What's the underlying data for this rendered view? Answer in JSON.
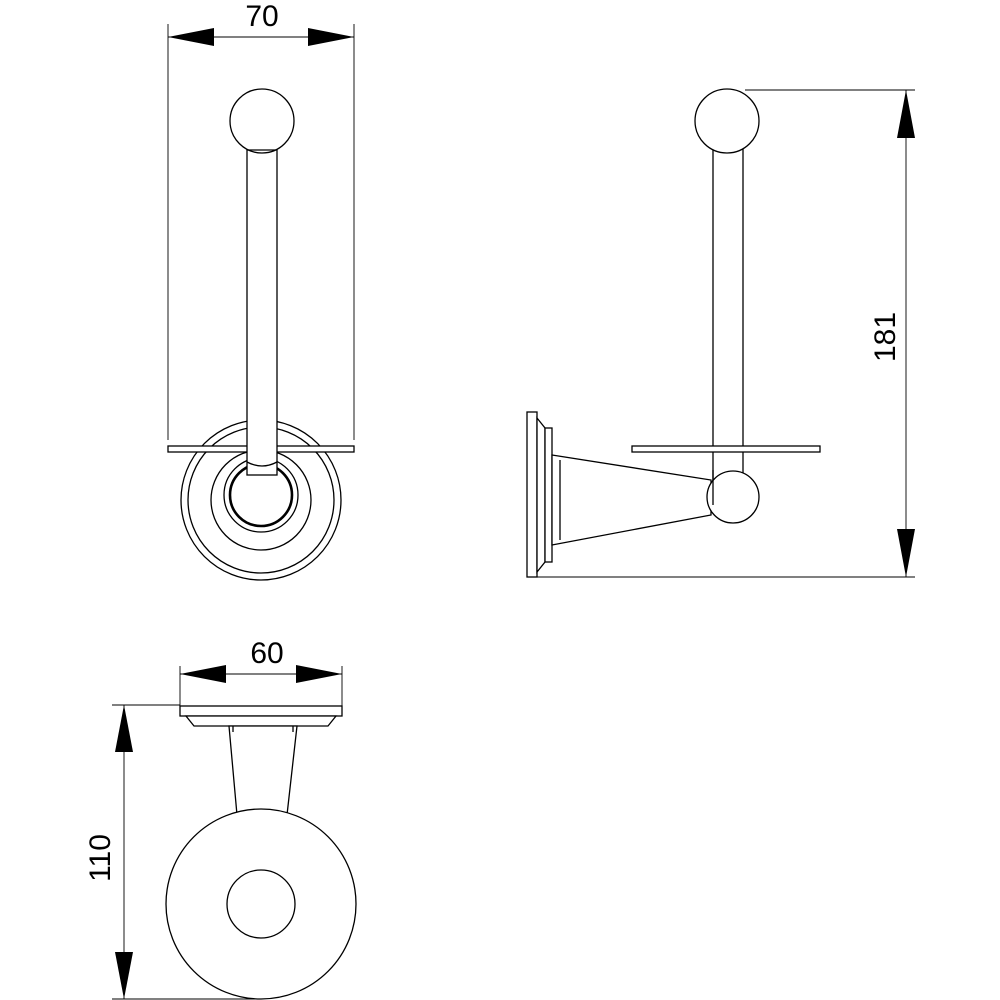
{
  "dimensions": {
    "front_width": "70",
    "side_height": "181",
    "top_width": "60",
    "top_depth": "110"
  }
}
